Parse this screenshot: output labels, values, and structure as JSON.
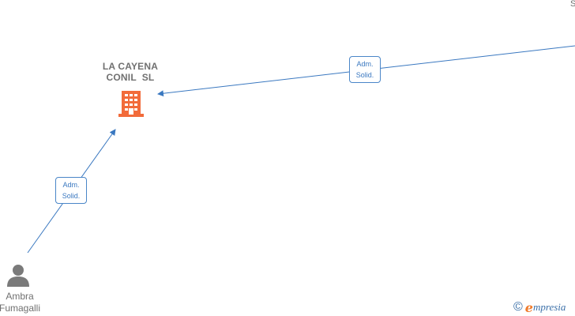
{
  "company": {
    "name_line1": "LA CAYENA",
    "name_line2": "CONIL  SL",
    "icon": "building-icon",
    "color": "#f26b3a"
  },
  "person": {
    "name_line1": "Ambra",
    "name_line2": "Fumagalli",
    "icon": "person-icon",
    "color": "#7a7a7a"
  },
  "edges": [
    {
      "label_line1": "Adm.",
      "label_line2": "Solid.",
      "from": "person",
      "to": "company"
    },
    {
      "label_line1": "Adm.",
      "label_line2": "Solid.",
      "from": "offscreen-node",
      "to": "company"
    }
  ],
  "offscreen_node": {
    "partial_text": "S"
  },
  "edge_color": "#3a78c0",
  "brand": {
    "copyright_symbol": "©",
    "logo_initial": "e",
    "logo_text": "mpresia"
  }
}
